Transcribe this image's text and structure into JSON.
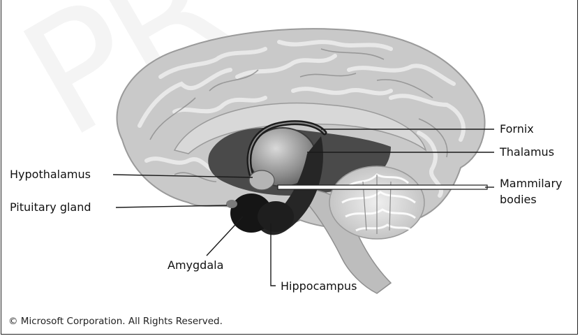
{
  "watermark": "PR",
  "labels": {
    "fornix": "Fornix",
    "thalamus": "Thalamus",
    "hypothalamus": "Hypothalamus",
    "mammilary": "Mammilary",
    "bodies": "bodies",
    "pituitary": "Pituitary gland",
    "amygdala": "Amygdala",
    "hippocampus": "Hippocampus"
  },
  "copyright": "© Microsoft Corporation. All Rights Reserved."
}
